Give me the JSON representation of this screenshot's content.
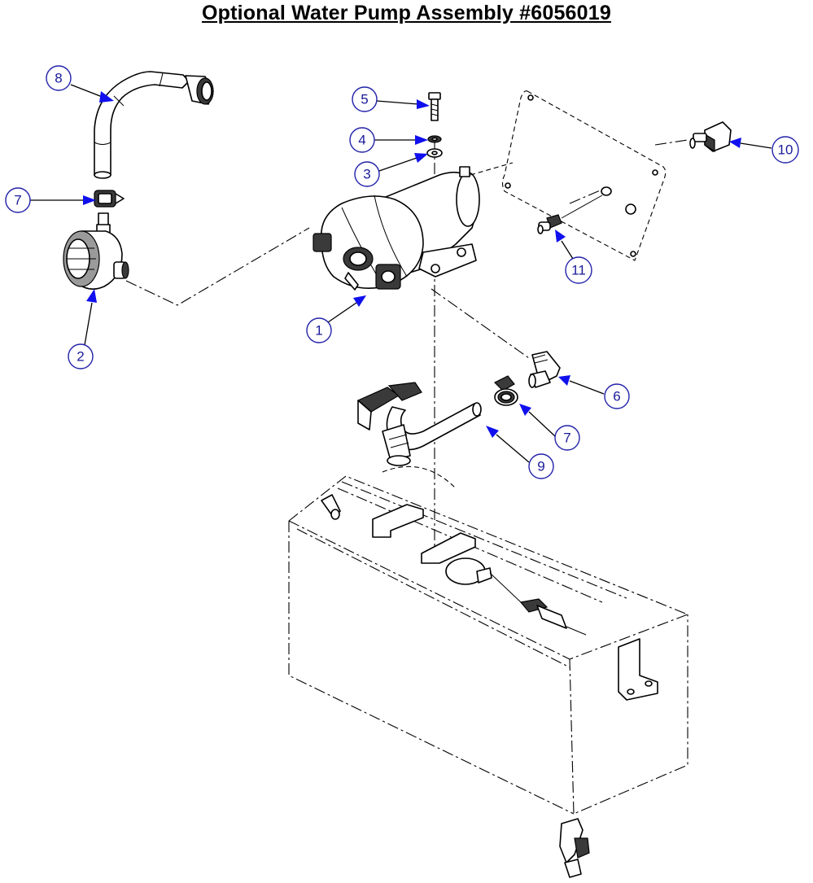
{
  "title": "Optional Water Pump Assembly #6056019",
  "callouts": [
    {
      "id": "c1",
      "label": "1"
    },
    {
      "id": "c2",
      "label": "2"
    },
    {
      "id": "c3",
      "label": "3"
    },
    {
      "id": "c4",
      "label": "4"
    },
    {
      "id": "c5",
      "label": "5"
    },
    {
      "id": "c6",
      "label": "6"
    },
    {
      "id": "c7a",
      "label": "7"
    },
    {
      "id": "c7b",
      "label": "7"
    },
    {
      "id": "c8",
      "label": "8"
    },
    {
      "id": "c9",
      "label": "9"
    },
    {
      "id": "c10",
      "label": "10"
    },
    {
      "id": "c11",
      "label": "11"
    }
  ],
  "colors": {
    "callout": "#1a1a9a",
    "arrow": "#1010ee",
    "line": "#000000"
  }
}
